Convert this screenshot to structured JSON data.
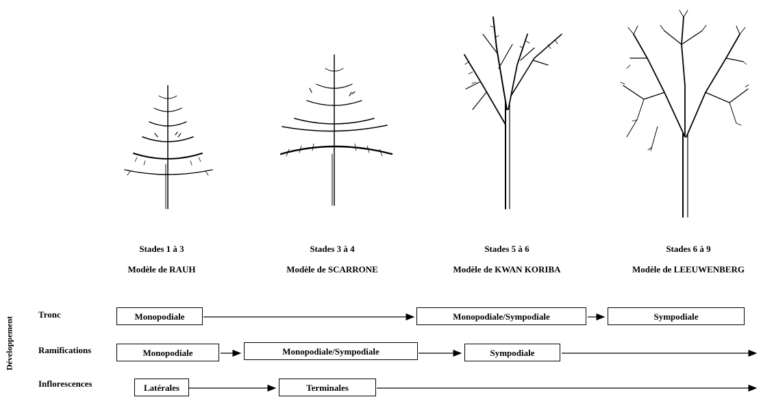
{
  "stages": [
    {
      "stage": "Stades 1 à 3",
      "model": "Modèle de RAUH"
    },
    {
      "stage": "Stades 3 à 4",
      "model": "Modèle de SCARRONE"
    },
    {
      "stage": "Stades 5 à 6",
      "model": "Modèle de KWAN KORIBA"
    },
    {
      "stage": "Stades 6 à 9",
      "model": "Modèle de LEEUWENBERG"
    }
  ],
  "side_label": "Développement",
  "rows": [
    {
      "label": "Tronc",
      "boxes": [
        "Monopodiale",
        "Monopodiale/Sympodiale",
        "Sympodiale"
      ]
    },
    {
      "label": "Ramifications",
      "boxes": [
        "Monopodiale",
        "Monopodiale/Sympodiale",
        "Sympodiale"
      ]
    },
    {
      "label": "Inflorescences",
      "boxes": [
        "Latérales",
        "Terminales"
      ]
    }
  ]
}
